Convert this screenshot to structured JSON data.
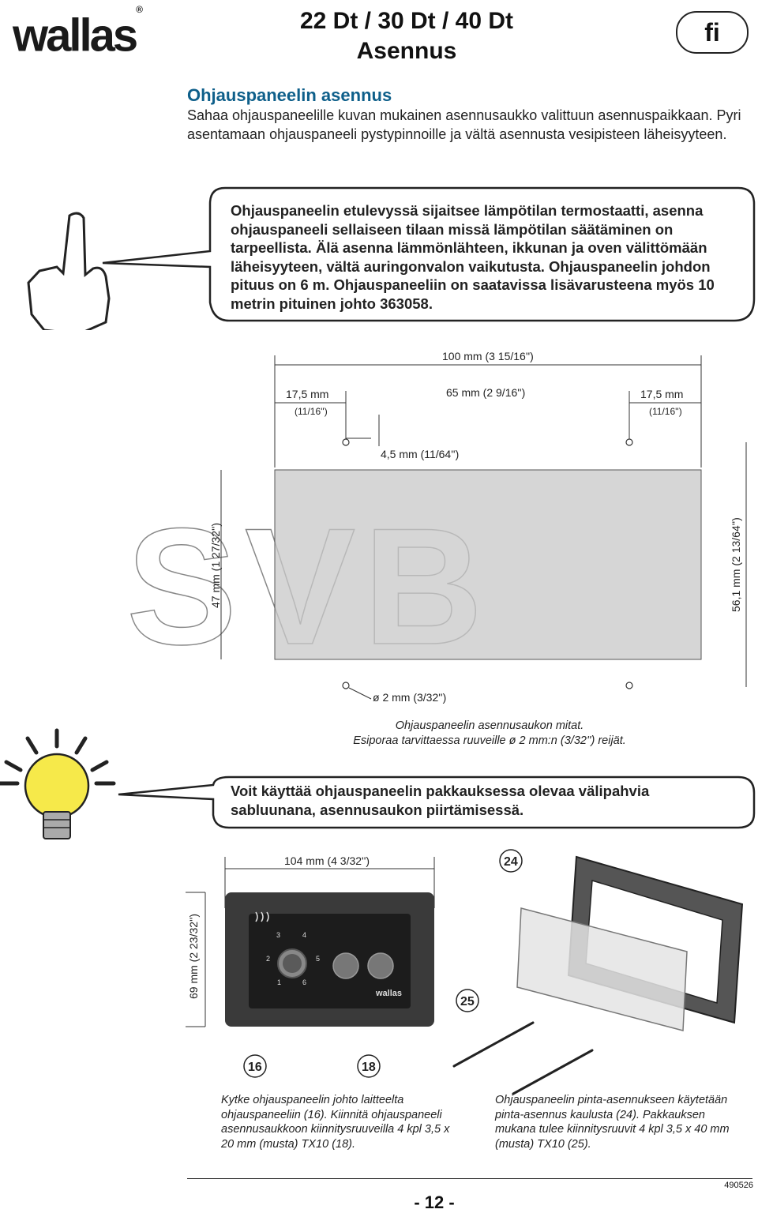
{
  "header": {
    "brand": "wallas",
    "title_line1": "22 Dt / 30 Dt / 40 Dt",
    "title_line2": "Asennus",
    "lang": "fi"
  },
  "section": {
    "heading": "Ohjauspaneelin asennus",
    "intro": "Sahaa ohjauspaneelille kuvan mukainen asennusaukko valittuun asennuspaikkaan. Pyri asentamaan ohjauspaneeli pystypinnoille ja vältä asennusta vesipisteen läheisyyteen."
  },
  "warning_bubble": {
    "text": "Ohjauspaneelin etulevyssä sijaitsee lämpötilan termostaatti, asenna ohjauspaneeli sellaiseen tilaan missä lämpötilan säätäminen on tarpeellista. Älä asenna lämmönlähteen, ikkunan ja oven välittömään läheisyyteen, vältä auringonvalon vaikutusta. Ohjauspaneelin johdon pituus on 6 m. Ohjauspaneeliin on saatavissa lisävarusteena myös 10 metrin pituinen johto 363058."
  },
  "cutout_drawing": {
    "overall_width": "100 mm (3 15/16'')",
    "left_offset": "17,5 mm",
    "left_offset_in": "(11/16'')",
    "hole_spacing": "65 mm (2 9/16'')",
    "right_offset": "17,5 mm",
    "right_offset_in": "(11/16'')",
    "hole_offset": "4,5 mm (11/64'')",
    "cutout_height": "47 mm (1 27/32'')",
    "hole_vertical": "56,1 mm (2 13/64'')",
    "hole_diameter": "ø 2 mm (3/32'')",
    "watermark": "SVB",
    "caption_line1": "Ohjauspaneelin asennusaukon mitat.",
    "caption_line2": "Esiporaa tarvittaessa ruuveille ø 2 mm:n (3/32'') reijät."
  },
  "tip_bubble": {
    "text": "Voit käyttää ohjauspaneelin pakkauksessa olevaa välipahvia sabluunana, asennusaukon piirtämisessä."
  },
  "panel_drawing": {
    "width": "104 mm (4 3/32'')",
    "height": "69 mm (2 23/32'')",
    "callouts": [
      "16",
      "18",
      "24",
      "25"
    ],
    "dial_numbers": [
      "1",
      "2",
      "3",
      "4",
      "5",
      "6"
    ],
    "panel_brand": "wallas"
  },
  "captions": {
    "left": "Kytke ohjauspaneelin johto laitteelta ohjauspaneeliin (16). Kiinnitä ohjauspaneeli asennusaukkoon kiinnitysruuveilla 4 kpl 3,5 x 20 mm (musta) TX10 (18).",
    "right": "Ohjauspaneelin pinta-asennukseen käytetään pinta-asennus kaulusta (24). Pakkauksen mukana tulee kiinnitysruuvit 4 kpl 3,5 x 40 mm (musta) TX10 (25)."
  },
  "footer": {
    "page": "- 12 -",
    "code": "490526"
  }
}
